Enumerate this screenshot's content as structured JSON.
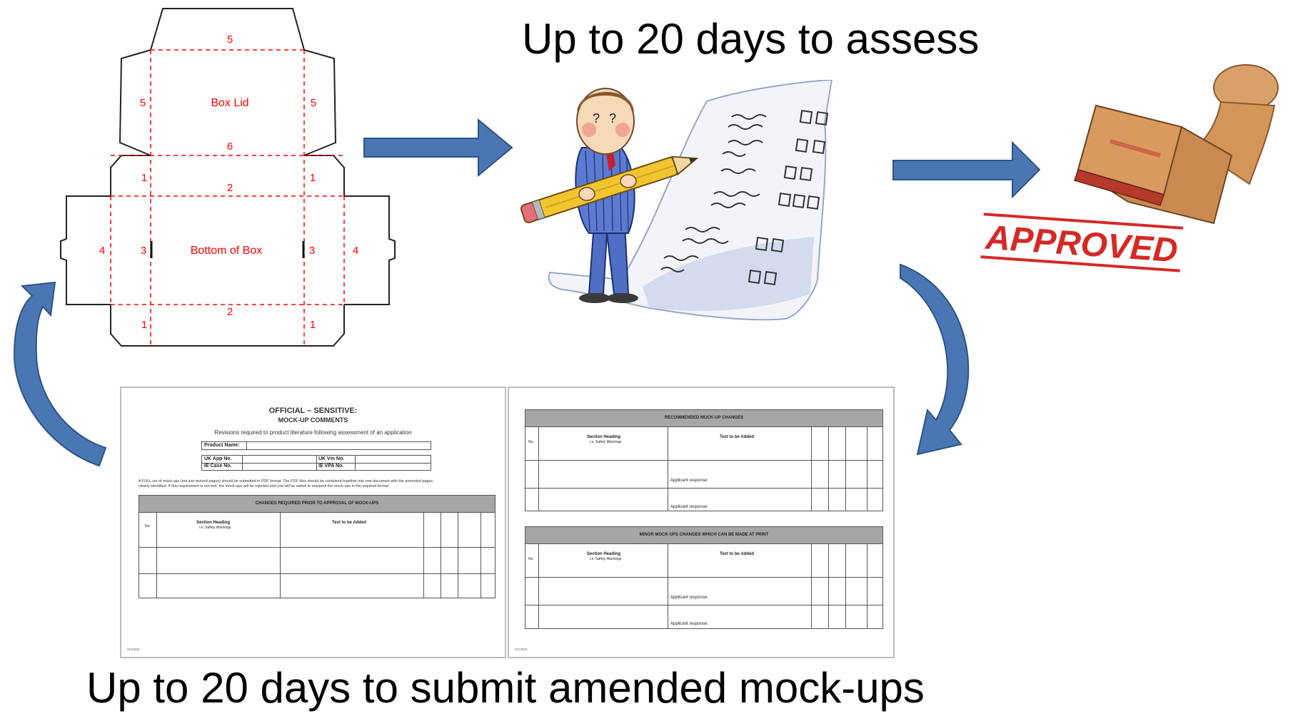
{
  "captions": {
    "assess": "Up to 20 days to assess",
    "submit": "Up to 20 days to submit amended mock-ups"
  },
  "box_template": {
    "lid_label": "Box Lid",
    "bottom_label": "Bottom of Box",
    "n5": "5",
    "n6": "6",
    "n1": "1",
    "n2": "2",
    "n3": "3",
    "n4": "4"
  },
  "stamp": {
    "text": "APPROVED"
  },
  "mockup_form": {
    "title": "OFFICIAL – SENSITIVE:",
    "subtitle": "MOCK-UP COMMENTS",
    "intro": "Revisions required to product literature following assessment of an application",
    "product_name_label": "Product Name:",
    "uk_app_label": "UK App No.",
    "ie_case_label": "IE Case No.",
    "uk_vm_label": "UK Vm No.",
    "ie_vpa_label": "IE VPA No.",
    "instructions_1": "A FULL set of mock-ups (not just revised pages) should be submitted in PDF format.  The PDF files should be combined together into one document with the amended pages",
    "instructions_2": "clearly identified.  If this requirement is not met, the mock-ups will be rejected and you will be asked to resubmit the mock-ups in the required format.",
    "table1_title": "CHANGES REQUIRED PRIOR TO APPROVAL OF MOCK-UPS",
    "table2_title": "RECOMMENDED MOCK-UP CHANGES",
    "table3_title": "MINOR MOCK-UPS CHANGES WHICH CAN BE MADE AT PRINT",
    "col_no": "No.",
    "col_section": "Section Heading",
    "col_section_sub": "i.e. Safety Warnings",
    "col_text": "Text to be Added",
    "applicant_response": "Applicant response:",
    "footer": "HF/0026"
  },
  "colors": {
    "arrow_fill": "#4a77b4",
    "arrow_stroke": "#2e5384",
    "die_line_red": "#ff0000",
    "stamp_red": "#d42a26"
  }
}
